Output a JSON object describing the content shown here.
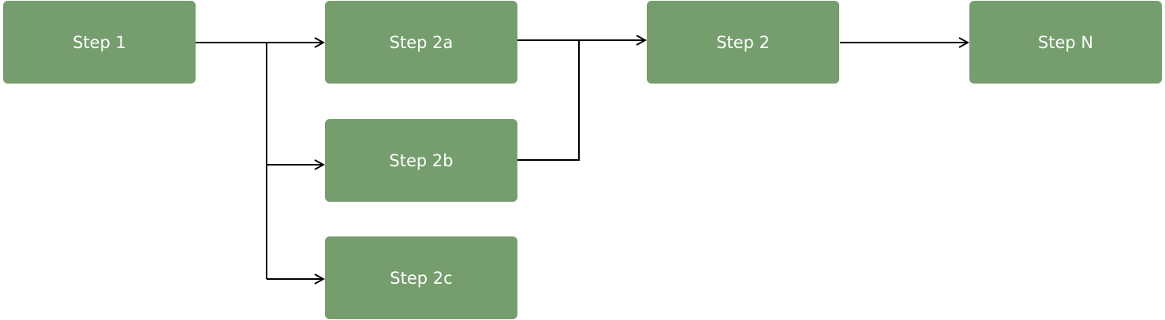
{
  "colors": {
    "node_fill": "#759d6d",
    "node_text": "#ffffff",
    "connector": "#000000"
  },
  "diagram": {
    "nodes": [
      {
        "id": "step-1",
        "label": "Step 1"
      },
      {
        "id": "step-2a",
        "label": "Step 2a"
      },
      {
        "id": "step-2b",
        "label": "Step 2b"
      },
      {
        "id": "step-2c",
        "label": "Step 2c"
      },
      {
        "id": "step-2",
        "label": "Step 2"
      },
      {
        "id": "step-n",
        "label": "Step N"
      }
    ],
    "edges": [
      {
        "from": "step-1",
        "to": "step-2a"
      },
      {
        "from": "step-1",
        "to": "step-2b"
      },
      {
        "from": "step-1",
        "to": "step-2c"
      },
      {
        "from": "step-2a",
        "to": "step-2"
      },
      {
        "from": "step-2b",
        "to": "step-2"
      },
      {
        "from": "step-2",
        "to": "step-n"
      }
    ]
  }
}
